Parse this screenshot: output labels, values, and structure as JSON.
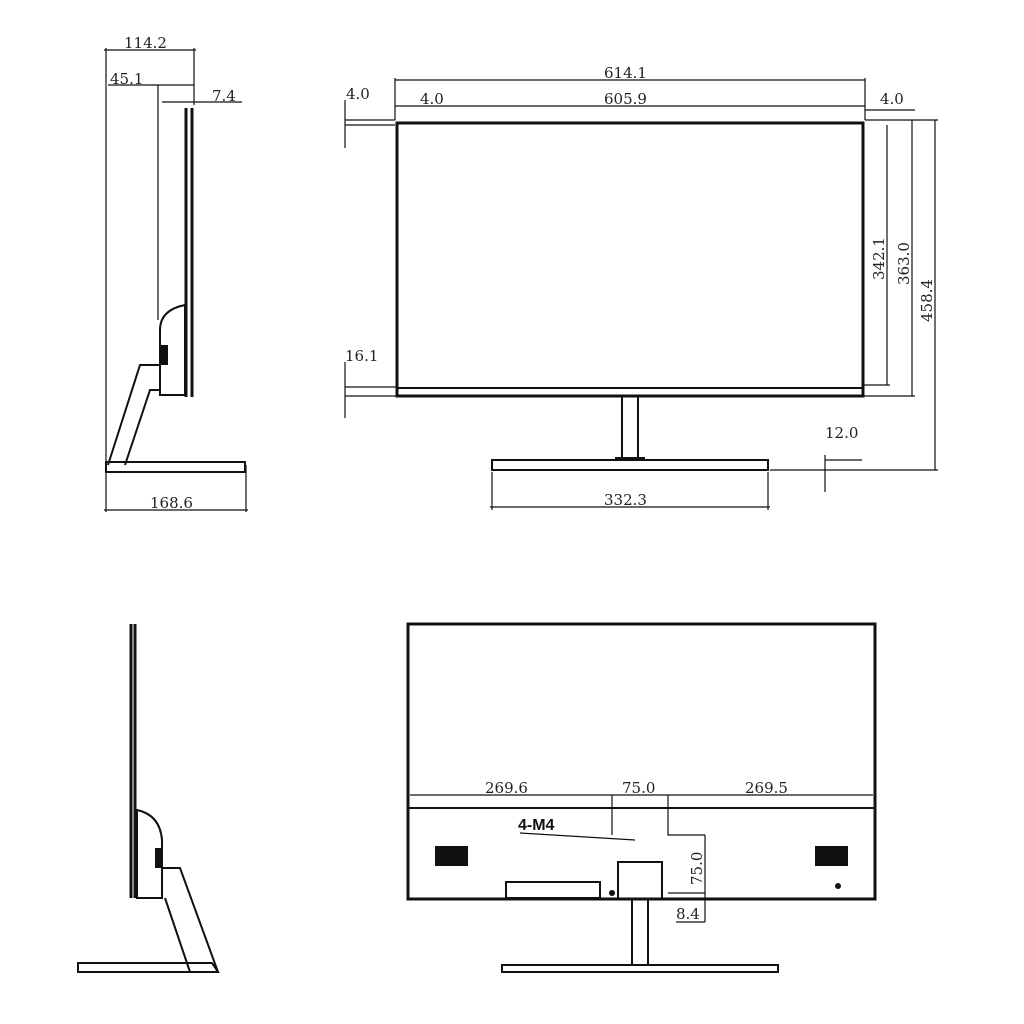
{
  "side_view": {
    "depth_total": "114.2",
    "depth_stand": "45.1",
    "panel_thickness": "7.4",
    "base_depth": "168.6"
  },
  "front_view": {
    "overall_width": "614.1",
    "screen_width": "605.9",
    "bezel_top": "4.0",
    "bezel_left": "4.0",
    "bezel_right": "4.0",
    "screen_height": "342.1",
    "panel_height": "363.0",
    "overall_height": "458.4",
    "bezel_bottom": "16.1",
    "base_thickness": "12.0",
    "base_width": "332.3"
  },
  "rear_view": {
    "left_offset": "269.6",
    "vesa_horizontal": "75.0",
    "right_offset": "269.5",
    "mount_label": "4-M4",
    "vesa_vertical": "75.0",
    "hole_offset": "8.4"
  }
}
